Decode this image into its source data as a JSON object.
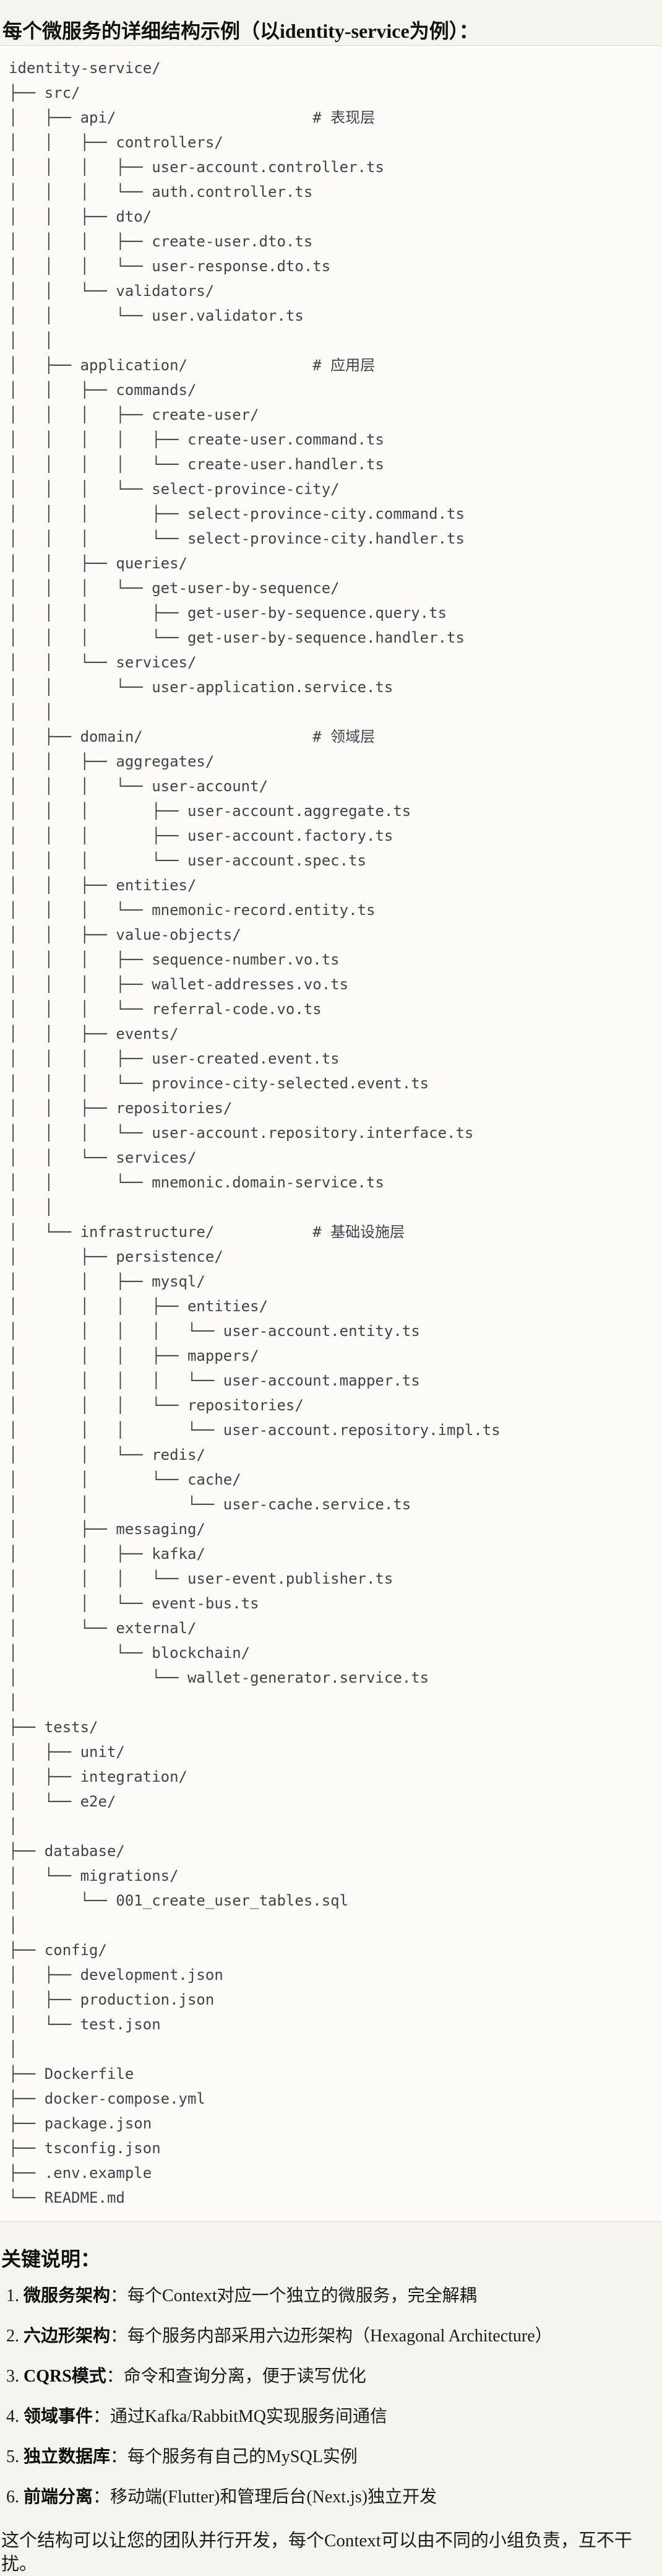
{
  "page": {
    "title": "每个微服务的详细结构示例（以identity-service为例）：",
    "notes_heading": "关键说明：",
    "notes": [
      {
        "num": "1.",
        "term": "微服务架构",
        "text": "：每个Context对应一个独立的微服务，完全解耦"
      },
      {
        "num": "2.",
        "term": "六边形架构",
        "text": "：每个服务内部采用六边形架构（Hexagonal Architecture）"
      },
      {
        "num": "3.",
        "term": "CQRS模式",
        "text": "：命令和查询分离，便于读写优化"
      },
      {
        "num": "4.",
        "term": "领域事件",
        "text": "：通过Kafka/RabbitMQ实现服务间通信"
      },
      {
        "num": "5.",
        "term": "独立数据库",
        "text": "：每个服务有自己的MySQL实例"
      },
      {
        "num": "6.",
        "term": "前端分离",
        "text": "：移动端(Flutter)和管理后台(Next.js)独立开发"
      }
    ],
    "footer": "这个结构可以让您的团队并行开发，每个Context可以由不同的小组负责，互不干扰。"
  },
  "tree": {
    "lines": [
      "identity-service/",
      "├── src/",
      "│   ├── api/                      # 表现层",
      "│   │   ├── controllers/",
      "│   │   │   ├── user-account.controller.ts",
      "│   │   │   └── auth.controller.ts",
      "│   │   ├── dto/",
      "│   │   │   ├── create-user.dto.ts",
      "│   │   │   └── user-response.dto.ts",
      "│   │   └── validators/",
      "│   │       └── user.validator.ts",
      "│   │",
      "│   ├── application/              # 应用层",
      "│   │   ├── commands/",
      "│   │   │   ├── create-user/",
      "│   │   │   │   ├── create-user.command.ts",
      "│   │   │   │   └── create-user.handler.ts",
      "│   │   │   └── select-province-city/",
      "│   │   │       ├── select-province-city.command.ts",
      "│   │   │       └── select-province-city.handler.ts",
      "│   │   ├── queries/",
      "│   │   │   └── get-user-by-sequence/",
      "│   │   │       ├── get-user-by-sequence.query.ts",
      "│   │   │       └── get-user-by-sequence.handler.ts",
      "│   │   └── services/",
      "│   │       └── user-application.service.ts",
      "│   │",
      "│   ├── domain/                   # 领域层",
      "│   │   ├── aggregates/",
      "│   │   │   └── user-account/",
      "│   │   │       ├── user-account.aggregate.ts",
      "│   │   │       ├── user-account.factory.ts",
      "│   │   │       └── user-account.spec.ts",
      "│   │   ├── entities/",
      "│   │   │   └── mnemonic-record.entity.ts",
      "│   │   ├── value-objects/",
      "│   │   │   ├── sequence-number.vo.ts",
      "│   │   │   ├── wallet-addresses.vo.ts",
      "│   │   │   └── referral-code.vo.ts",
      "│   │   ├── events/",
      "│   │   │   ├── user-created.event.ts",
      "│   │   │   └── province-city-selected.event.ts",
      "│   │   ├── repositories/",
      "│   │   │   └── user-account.repository.interface.ts",
      "│   │   └── services/",
      "│   │       └── mnemonic.domain-service.ts",
      "│   │",
      "│   └── infrastructure/           # 基础设施层",
      "│       ├── persistence/",
      "│       │   ├── mysql/",
      "│       │   │   ├── entities/",
      "│       │   │   │   └── user-account.entity.ts",
      "│       │   │   ├── mappers/",
      "│       │   │   │   └── user-account.mapper.ts",
      "│       │   │   └── repositories/",
      "│       │   │       └── user-account.repository.impl.ts",
      "│       │   └── redis/",
      "│       │       └── cache/",
      "│       │           └── user-cache.service.ts",
      "│       ├── messaging/",
      "│       │   ├── kafka/",
      "│       │   │   └── user-event.publisher.ts",
      "│       │   └── event-bus.ts",
      "│       └── external/",
      "│           └── blockchain/",
      "│               └── wallet-generator.service.ts",
      "│",
      "├── tests/",
      "│   ├── unit/",
      "│   ├── integration/",
      "│   └── e2e/",
      "│",
      "├── database/",
      "│   └── migrations/",
      "│       └── 001_create_user_tables.sql",
      "│",
      "├── config/",
      "│   ├── development.json",
      "│   ├── production.json",
      "│   └── test.json",
      "│",
      "├── Dockerfile",
      "├── docker-compose.yml",
      "├── package.json",
      "├── tsconfig.json",
      "├── .env.example",
      "└── README.md"
    ]
  },
  "colors": {
    "page_bg": "#f6f4ee",
    "code_bg": "#fcfbf7",
    "code_border": "#ddd9d0",
    "code_text": "#3e444b",
    "text": "#161616"
  }
}
